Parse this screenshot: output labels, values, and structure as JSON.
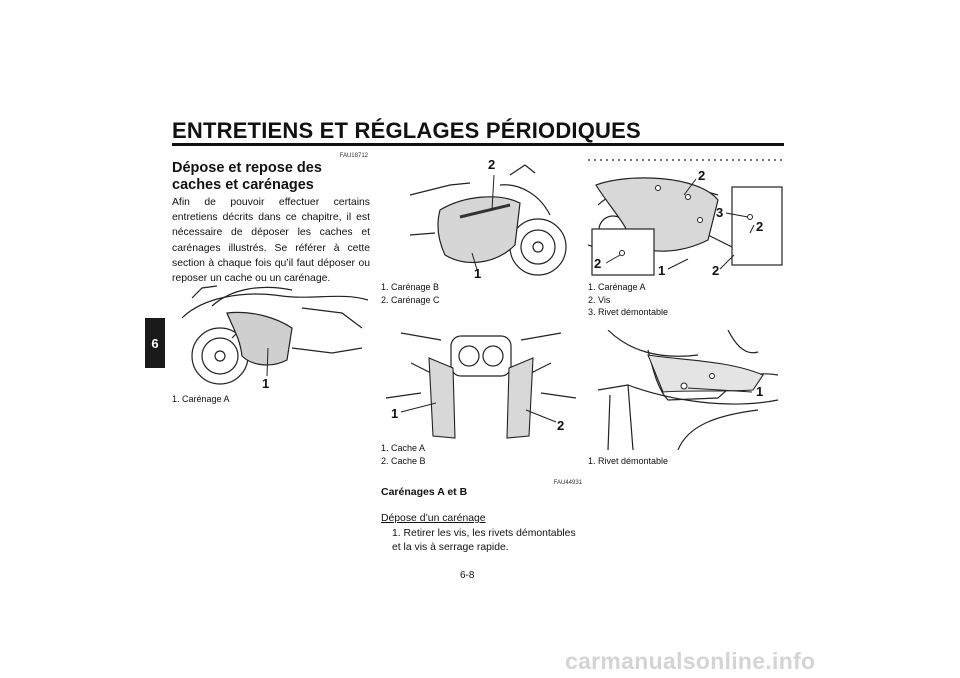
{
  "header": {
    "title": "ENTRETIENS ET RÉGLAGES PÉRIODIQUES"
  },
  "chapter_tab": "6",
  "section": {
    "code": "FAU18712",
    "title": "Dépose et repose des caches et carénages",
    "body": "Afin de pouvoir effectuer certains entretiens décrits dans ce chapitre, il est nécessaire de déposer les caches et carénages illustrés. Se référer à cette section à chaque fois qu’il faut déposer ou reposer un cache ou un carénage."
  },
  "figures": {
    "fig1": {
      "callouts": [
        "1"
      ],
      "captions": [
        "1. Carénage A"
      ]
    },
    "fig2": {
      "callouts": [
        "1",
        "2"
      ],
      "captions": [
        "1. Carénage B",
        "2. Carénage C"
      ]
    },
    "fig3": {
      "callouts": [
        "1",
        "2"
      ],
      "captions": [
        "1. Cache A",
        "2. Cache B"
      ]
    },
    "fig4": {
      "callouts": [
        "1",
        "2",
        "2",
        "2",
        "2",
        "3"
      ],
      "captions": [
        "1. Carénage A",
        "2. Vis",
        "3. Rivet démontable"
      ]
    },
    "fig5": {
      "callouts": [
        "1"
      ],
      "captions": [
        "1. Rivet démontable"
      ]
    }
  },
  "subsection": {
    "code": "FAU44931",
    "title": "Carénages A et B",
    "procedure_title": "Dépose d’un carénage",
    "step1": "1. Retirer les vis, les rivets démontables et la vis à serrage rapide."
  },
  "page_number": "6-8",
  "watermark": "carmanualsonline.info"
}
